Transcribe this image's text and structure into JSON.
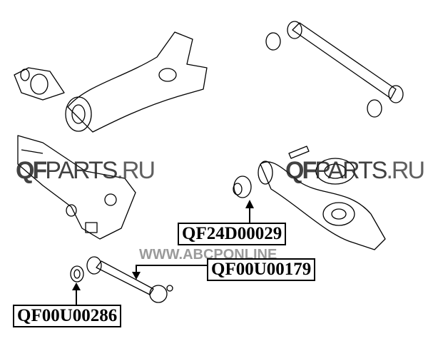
{
  "labels": {
    "part1": "QF24D00029",
    "part2": "QF00U00179",
    "part3": "QF00U00286"
  },
  "watermarks": {
    "left_brand": "QF",
    "left_rest": "PARTS",
    "left_tld": ".RU",
    "right_brand": "QF",
    "right_rest": "PARTS",
    "right_tld": ".RU",
    "site": "WWW.ABCPONLINE"
  }
}
